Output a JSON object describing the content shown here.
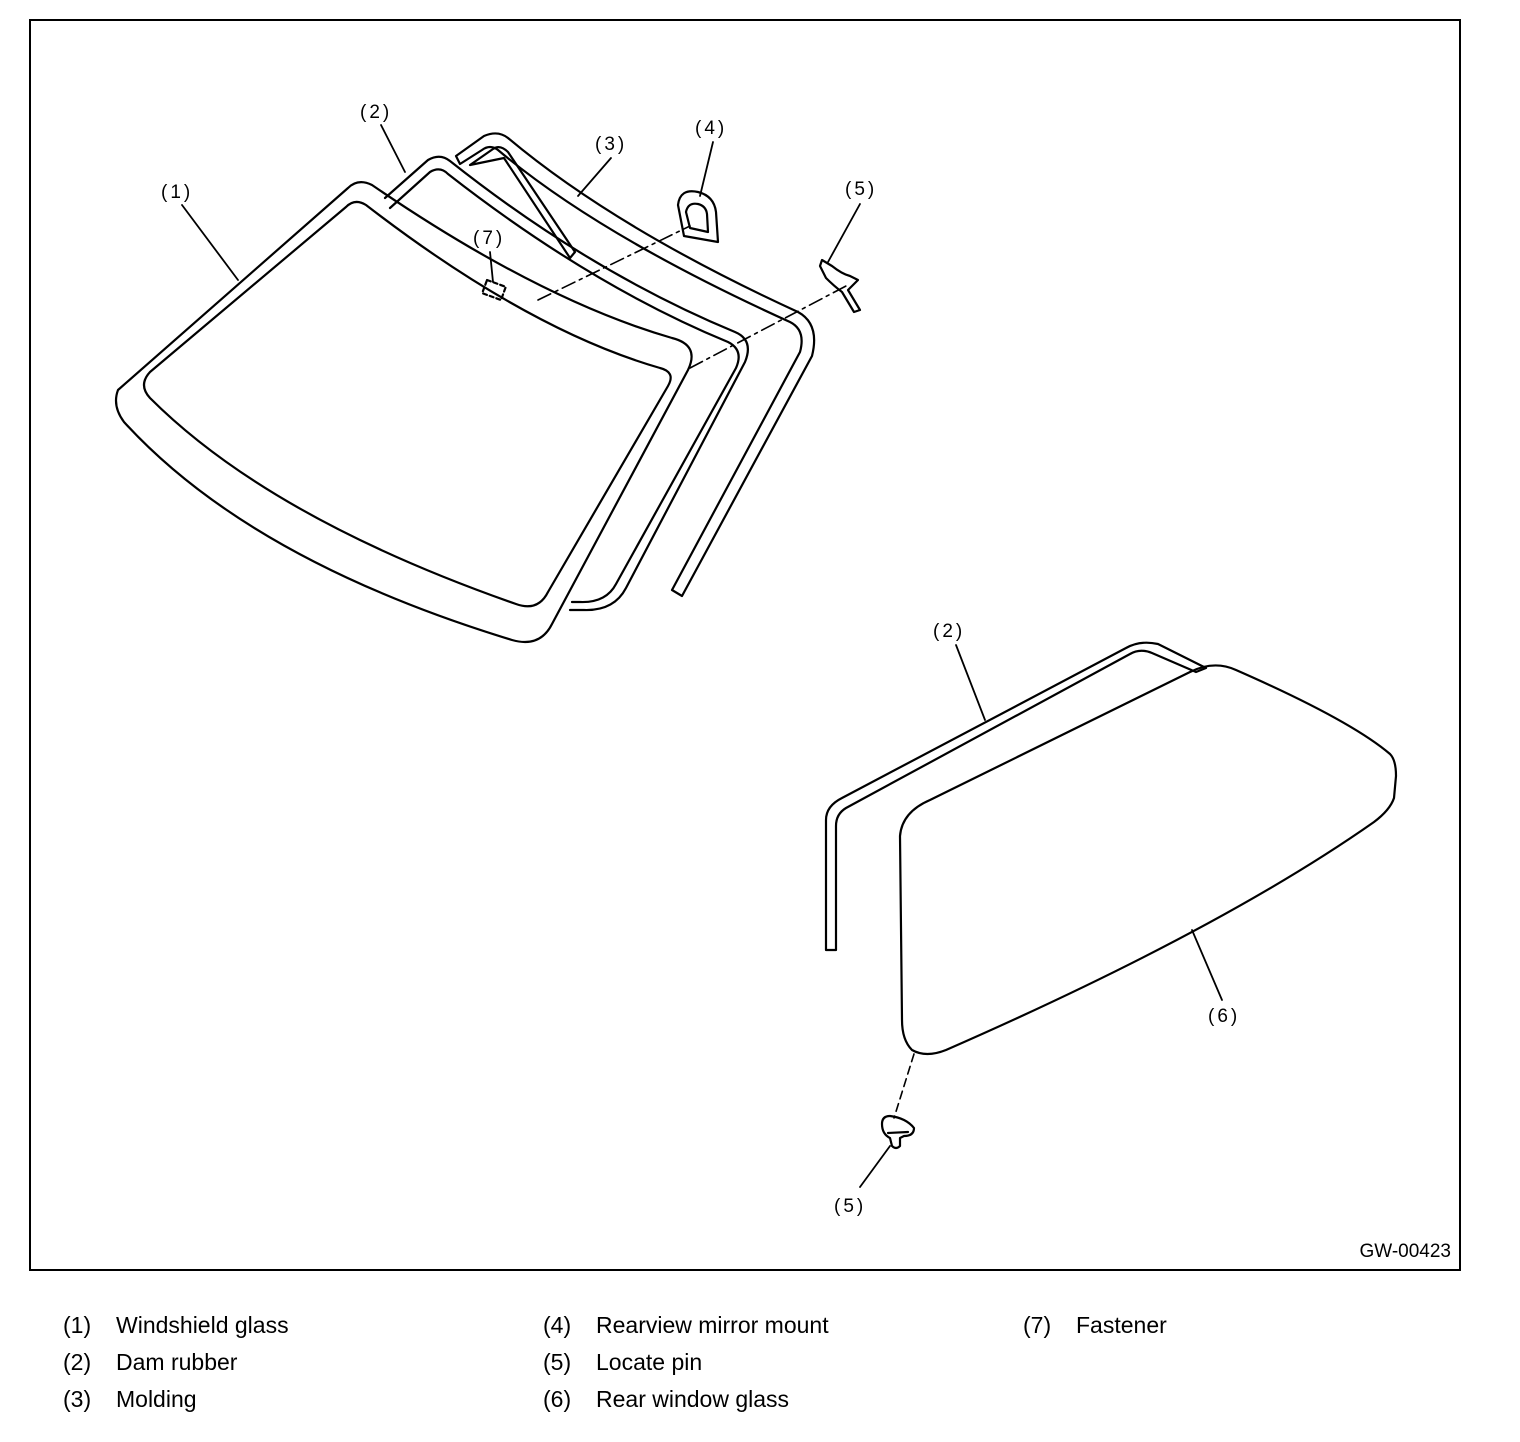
{
  "figure": {
    "id": "GW-00423",
    "callouts": {
      "c1": "(1)",
      "c2_top": "(2)",
      "c3": "(3)",
      "c4": "(4)",
      "c5_top": "(5)",
      "c7": "(7)",
      "c2_bottom": "(2)",
      "c6": "(6)",
      "c5_bottom": "(5)"
    }
  },
  "legend": {
    "items": [
      {
        "num": "(1)",
        "text": "Windshield glass"
      },
      {
        "num": "(2)",
        "text": "Dam rubber"
      },
      {
        "num": "(3)",
        "text": "Molding"
      },
      {
        "num": "(4)",
        "text": "Rearview mirror mount"
      },
      {
        "num": "(5)",
        "text": "Locate pin"
      },
      {
        "num": "(6)",
        "text": "Rear window glass"
      },
      {
        "num": "(7)",
        "text": "Fastener"
      }
    ]
  }
}
